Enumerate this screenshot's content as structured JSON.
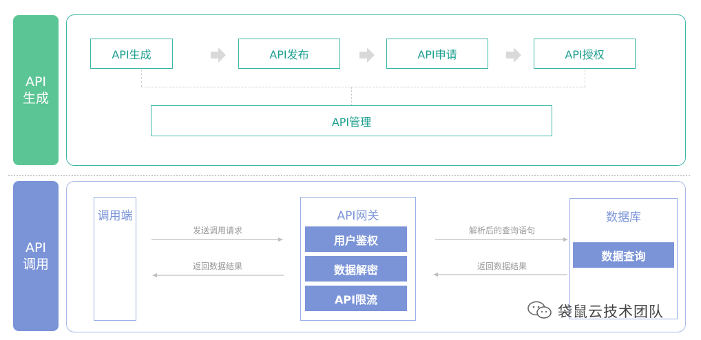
{
  "sections": {
    "generate": {
      "line1": "API",
      "line2": "生成"
    },
    "invoke": {
      "line1": "API",
      "line2": "调用"
    }
  },
  "top_flow": {
    "steps": [
      "API生成",
      "API发布",
      "API申请",
      "API授权"
    ],
    "manage": "API管理"
  },
  "bottom_flow": {
    "client": "调用端",
    "gateway": {
      "title": "API网关",
      "functions": [
        "用户鉴权",
        "数据解密",
        "API限流"
      ]
    },
    "database": {
      "title": "数据库",
      "function": "数据查询"
    },
    "client_to_gateway": "发送调用请求",
    "gateway_to_client": "返回数据结果",
    "gateway_to_db": "解析后的查询语句",
    "db_to_gateway": "返回数据结果"
  },
  "watermark": {
    "text": "袋鼠云技术团队",
    "icon": "wechat-icon"
  },
  "colors": {
    "green": "#5cc595",
    "teal": "#3cb6a8",
    "blue": "#7b94d8"
  }
}
